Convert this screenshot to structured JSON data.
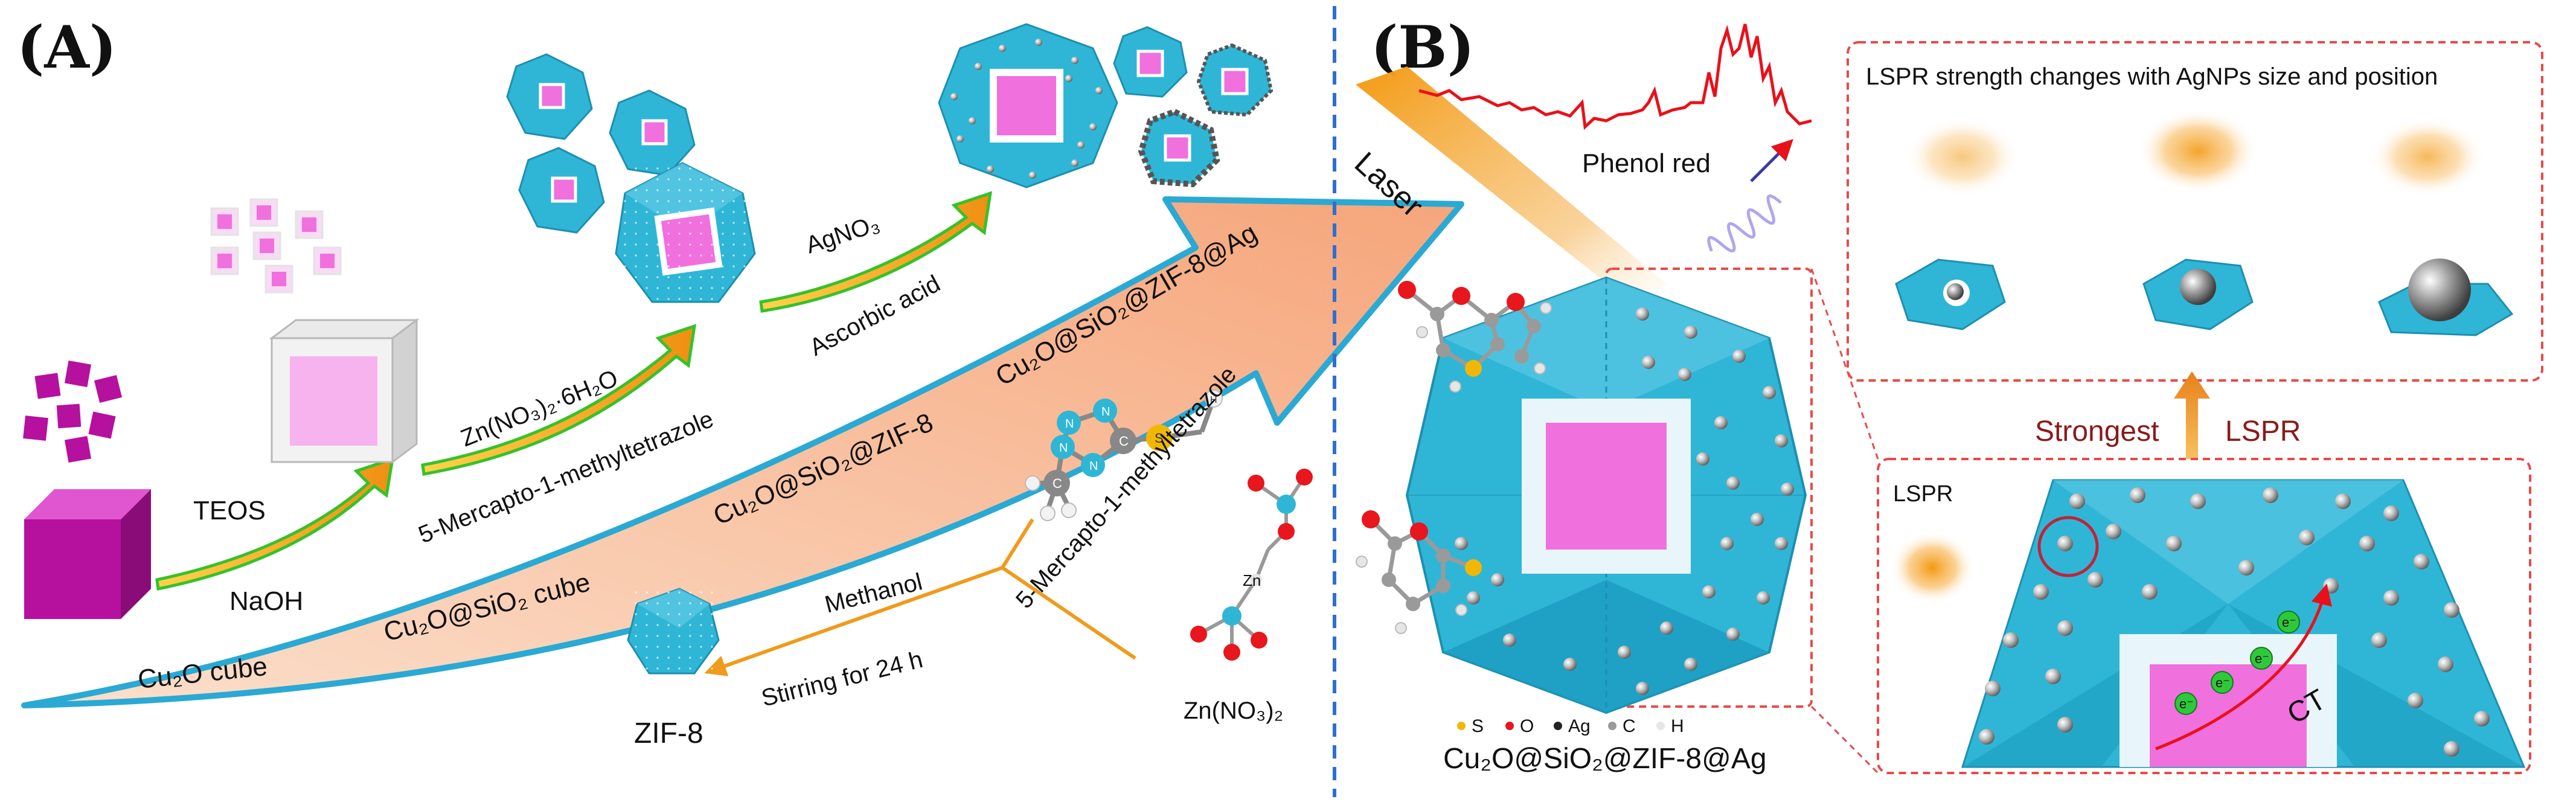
{
  "panel_a": {
    "label": "(A)",
    "labels": {
      "cu2o_cube": "Cu₂O cube",
      "cu2o_sio2_cube": "Cu₂O@SiO₂ cube",
      "cu2o_sio2_zif8": "Cu₂O@SiO₂@ZIF-8",
      "cu2o_sio2_zif8_ag": "Cu₂O@SiO₂@ZIF-8@Ag",
      "teos": "TEOS",
      "naoh": "NaOH",
      "zn_hydrate": "Zn(NO₃)₂·6H₂O",
      "mercapto_1": "5-Mercapto-1-methyltetrazole",
      "agno3": "AgNO₃",
      "ascorbic": "Ascorbic acid",
      "mercapto_2": "5-Mercapto-1-methyltetrazole",
      "methanol": "Methanol",
      "stirring": "Stirring for 24 h",
      "zif8": "ZIF-8",
      "zn_nitrate": "Zn(NO₃)₂",
      "zn_atom": "Zn",
      "atom_n": "N",
      "atom_c": "C",
      "atom_h": "H",
      "atom_s": "S"
    }
  },
  "panel_b": {
    "label": "(B)",
    "laser": "Laser",
    "phenol_red": "Phenol red",
    "legend": [
      {
        "symbol": "S",
        "color": "#f2b705"
      },
      {
        "symbol": "O",
        "color": "#e8161d"
      },
      {
        "symbol": "Ag",
        "color": "#222222"
      },
      {
        "symbol": "C",
        "color": "#9a9a9a"
      },
      {
        "symbol": "H",
        "color": "#e6e6e6"
      }
    ],
    "caption": "Cu₂O@SiO₂@ZIF-8@Ag",
    "lspr_title": "LSPR strength changes with AgNPs size and position",
    "strongest": "Strongest",
    "lspr": "LSPR",
    "lspr_small": "LSPR",
    "ct": "CT",
    "electron": "e⁻"
  },
  "colors": {
    "cyan": "#2fb6d6",
    "cyan_dark": "#1d8fb0",
    "pink": "#f070de",
    "magenta": "#b6109e",
    "arrow_fill": "#f8c2a0",
    "arrow_edge": "#2aa9d4",
    "green_arrow": "#35c22b",
    "orange_arrow": "#ef9b1b",
    "divider": "#2f6fd0",
    "dashed_box": "#e84a4a",
    "spectrum": "#e8111a",
    "strongest_text": "#8b1a1a"
  }
}
